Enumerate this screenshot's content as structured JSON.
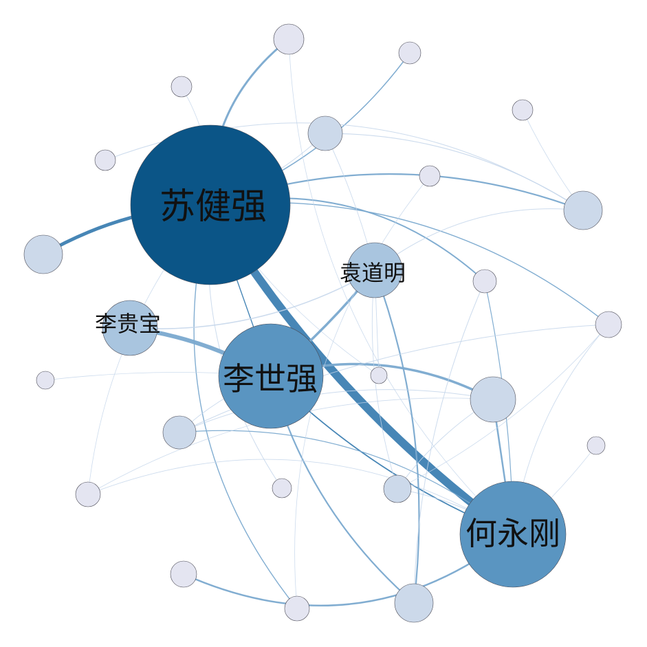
{
  "graph": {
    "labels": {
      "n1": "苏健强",
      "n2": "李世强",
      "n3": "何永刚",
      "n4": "袁道明",
      "n5": "李贵宝"
    },
    "colors": {
      "hub_dark": "#0b5587",
      "hub_mid": "#5a95c1",
      "node_light_blue": "#a9c5df",
      "node_pale": "#ccd9ea",
      "node_lavender": "#e4e5f1",
      "edge_strong": "#3d7fb2",
      "edge_medium": "#7aa9cf",
      "edge_faint": "#c3d5ea"
    }
  }
}
